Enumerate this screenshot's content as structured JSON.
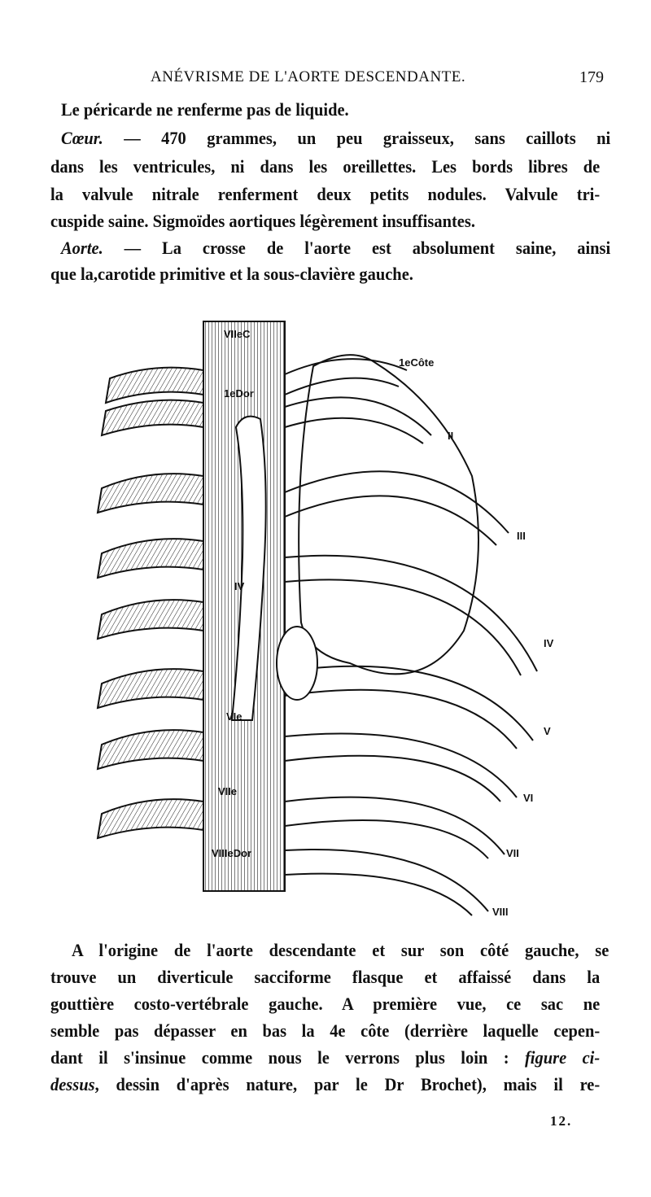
{
  "header": {
    "running_title": "ANÉVRISME DE L'AORTE DESCENDANTE.",
    "page_number": "179"
  },
  "top_text": [
    {
      "lead": "",
      "text": "Le péricarde ne renferme pas de liquide."
    },
    {
      "lead": "Cœur.",
      "text": " — 470 grammes, un peu graisseux, sans caillots ni"
    },
    {
      "lead": "",
      "text": "dans les ventricules, ni dans les oreillettes. Les bords libres de"
    },
    {
      "lead": "",
      "text": "la valvule nitrale renferment deux petits nodules. Valvule tri-"
    },
    {
      "lead": "",
      "text": "cuspide saine. Sigmoïdes aortiques légèrement insuffisantes."
    },
    {
      "lead": "Aorte.",
      "text": " — La crosse de l'aorte est absolument saine, ainsi"
    },
    {
      "lead": "",
      "text": "que la,carotide primitive et la sous-clavière gauche."
    }
  ],
  "figure": {
    "labels": [
      "VIIeC",
      "1eCôte",
      "1eDor",
      "II",
      "III",
      "IV",
      "IV",
      "V",
      "VIe",
      "VI",
      "VIIe",
      "VII",
      "VIIIeDor",
      "VIII"
    ]
  },
  "bottom_text": [
    {
      "text": "A l'origine de l'aorte descendante et sur son côté gauche, se"
    },
    {
      "text": "trouve un diverticule sacciforme flasque et affaissé dans la"
    },
    {
      "text": "gouttière costo-vertébrale gauche. A première vue, ce sac ne"
    },
    {
      "text": "semble pas dépasser en bas la 4e côte (derrière laquelle cepen-"
    },
    {
      "pre": "dant il s'insinue comme nous le verrons plus loin : ",
      "ital": "figure ci-"
    },
    {
      "ital": "dessus",
      "post": ", dessin d'après nature, par le Dr Brochet), mais il re-"
    }
  ],
  "signature": "12."
}
